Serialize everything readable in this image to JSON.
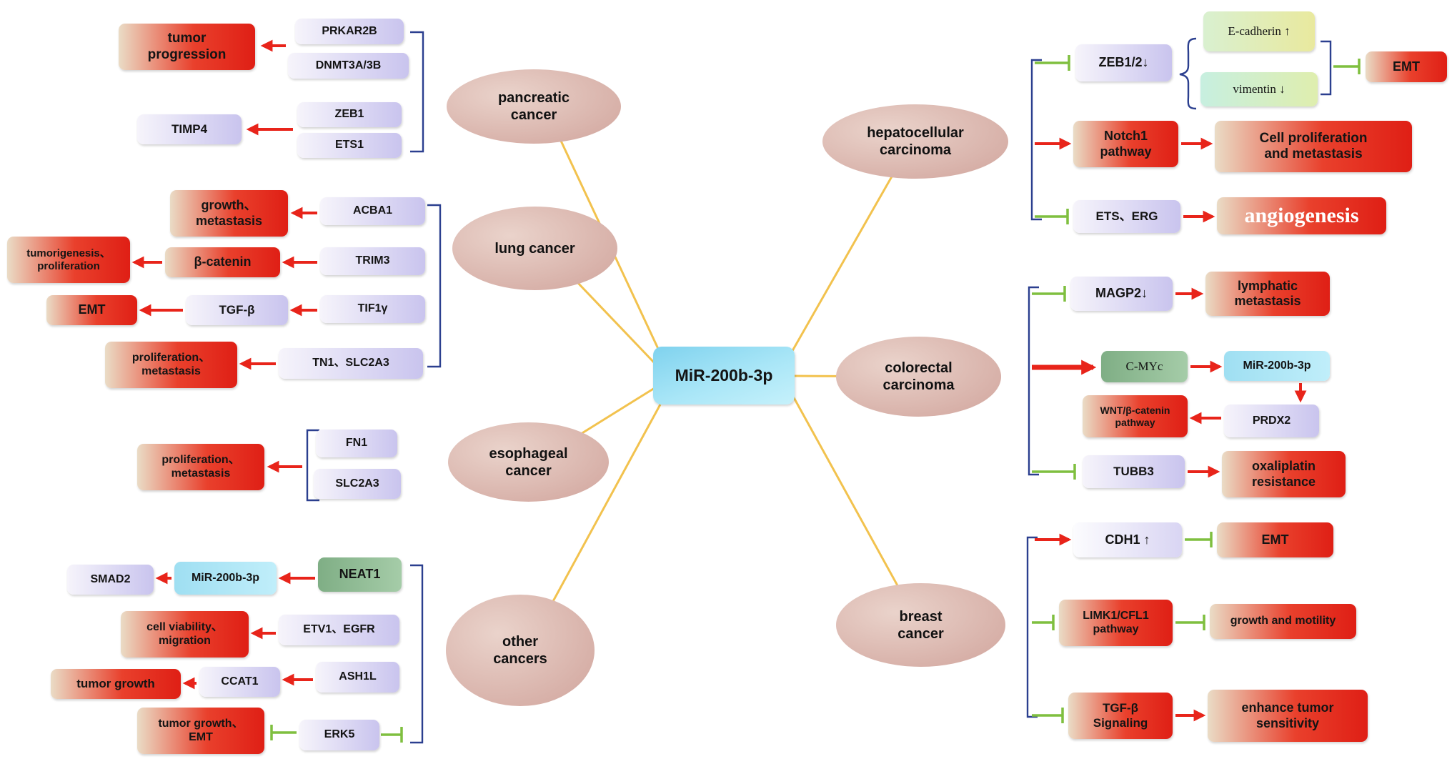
{
  "title": "MiR-200b-3p cancer regulation mind map",
  "colors": {
    "red_box": "#e02218",
    "cream": "#eadcc6",
    "lavender": "#c9c4ee",
    "cyan": "#9fdff2",
    "green_box": "#8cb890",
    "ellipse_rose": "#d6aea6",
    "yellow_line": "#f2c24e",
    "red_arrow": "#e8241a",
    "green_inhibit": "#7fbf3f",
    "navy_bracket": "#2b3f8f"
  },
  "center": {
    "label": "MiR-200b-3p"
  },
  "ellipses": {
    "pancreatic": {
      "label": "pancreatic\ncancer"
    },
    "lung": {
      "label": "lung cancer"
    },
    "esophageal": {
      "label": "esophageal\ncancer"
    },
    "other": {
      "label": "other\ncancers"
    },
    "hepatocellular": {
      "label": "hepatocellular\ncarcinoma"
    },
    "colorectal": {
      "label": "colorectal\ncarcinoma"
    },
    "breast": {
      "label": "breast\ncancer"
    }
  },
  "nodes": {
    "tumor_progression": {
      "label": "tumor\nprogression"
    },
    "prkar2b": {
      "label": "PRKAR2B"
    },
    "dnmt3a3b": {
      "label": "DNMT3A/3B"
    },
    "timp4": {
      "label": "TIMP4"
    },
    "zeb1": {
      "label": "ZEB1"
    },
    "ets1": {
      "label": "ETS1"
    },
    "growth_metastasis": {
      "label": "growth、\nmetastasis"
    },
    "acba1": {
      "label": "ACBA1"
    },
    "tumorigenesis_proliferation": {
      "label": "tumorigenesis、\nproliferation"
    },
    "beta_catenin": {
      "label": "β-catenin"
    },
    "trim3": {
      "label": "TRIM3"
    },
    "emt_lung": {
      "label": "EMT"
    },
    "tgf_beta": {
      "label": "TGF-β"
    },
    "tif1gamma": {
      "label": "TIF1γ"
    },
    "proliferation_metastasis_lung": {
      "label": "proliferation、\nmetastasis"
    },
    "tn1_slc2a3": {
      "label": "TN1、SLC2A3"
    },
    "proliferation_metastasis_eso": {
      "label": "proliferation、\nmetastasis"
    },
    "fn1": {
      "label": "FN1"
    },
    "slc2a3": {
      "label": "SLC2A3"
    },
    "smad2": {
      "label": "SMAD2"
    },
    "mir200b_other": {
      "label": "MiR-200b-3p"
    },
    "neat1": {
      "label": "NEAT1"
    },
    "cell_viability_migration": {
      "label": "cell viability、\nmigration"
    },
    "etv1_egfr": {
      "label": "ETV1、EGFR"
    },
    "tumor_growth": {
      "label": "tumor growth"
    },
    "ccat1": {
      "label": "CCAT1"
    },
    "ash1l": {
      "label": "ASH1L"
    },
    "tumor_growth_emt": {
      "label": "tumor growth、\nEMT"
    },
    "erk5": {
      "label": "ERK5"
    },
    "zeb12": {
      "label": "ZEB1/2↓"
    },
    "e_cadherin": {
      "label": "E-cadherin ↑"
    },
    "vimentin": {
      "label": "vimentin ↓"
    },
    "emt_hcc": {
      "label": "EMT"
    },
    "notch1_pathway": {
      "label": "Notch1\npathway"
    },
    "cell_proliferation_metastasis": {
      "label": "Cell  proliferation\nand metastasis"
    },
    "ets_erg": {
      "label": "ETS、ERG"
    },
    "angiogenesis": {
      "label": "angiogenesis"
    },
    "magp2": {
      "label": "MAGP2↓"
    },
    "lymphatic_metastasis": {
      "label": "lymphatic\nmetastasis"
    },
    "c_myc": {
      "label": "C-MYc"
    },
    "mir200b_crc": {
      "label": "MiR-200b-3p"
    },
    "wnt_pathway": {
      "label": "WNT/β-catenin\npathway"
    },
    "prdx2": {
      "label": "PRDX2"
    },
    "tubb3": {
      "label": "TUBB3"
    },
    "oxaliplatin_resistance": {
      "label": "oxaliplatin\nresistance"
    },
    "cdh1": {
      "label": "CDH1 ↑"
    },
    "emt_breast": {
      "label": "EMT"
    },
    "limk1_pathway": {
      "label": "LIMK1/CFL1\npathway"
    },
    "growth_motility": {
      "label": "growth and motility"
    },
    "tgfb_signaling": {
      "label": "TGF-β\nSignaling"
    },
    "enhance_sensitivity": {
      "label": "enhance tumor\nsensitivity"
    }
  }
}
